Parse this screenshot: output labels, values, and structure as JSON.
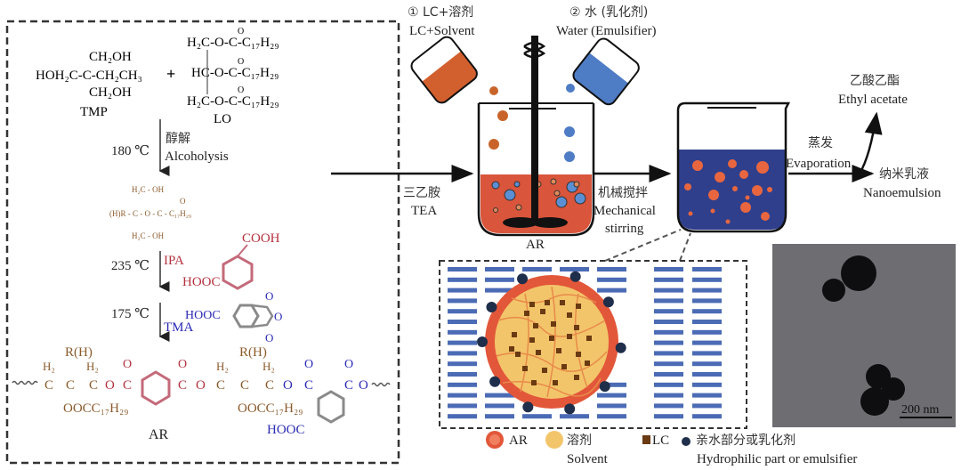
{
  "left_panel": {
    "tmp": {
      "top": "CH₂OH",
      "middle": "HOH₂C-C-CH₂CH₃",
      "bottom": "CH₂OH",
      "name": "TMP"
    },
    "plus": "+",
    "lo": {
      "rows": [
        "H₂C-O-C-C₁₇H₂₉",
        "HC-O-C-C₁₇H₂₉",
        "H₂C-O-C-C₁₇H₂₉"
      ],
      "carbonyl": "O",
      "name": "LO"
    },
    "steps": [
      {
        "temp": "180 ℃",
        "label_cn": "醇解",
        "label_en": "Alcoholysis"
      },
      {
        "temp": "235 ℃",
        "label": "IPA"
      },
      {
        "temp": "175 ℃",
        "label": "TMA"
      }
    ],
    "monoglyceride": {
      "top": "H₂C - OH",
      "middle": "(H)R - C - O - C - C₁₇H₂₉",
      "carbonyl": "O",
      "bottom": "H₂C - OH"
    },
    "ipa": {
      "top": "COOH",
      "left": "HOOC"
    },
    "tma": {
      "left": "HOOC",
      "o1": "O",
      "o2": "O",
      "o3": "O"
    },
    "ar_chain": {
      "rh1": "R(H)",
      "rh2": "R(H)",
      "h2": "H₂",
      "ester1": "OOCC₁₇H₂₉",
      "ester2": "OOCC₁₇H₂₉",
      "hooc": "HOOC",
      "o": "O",
      "c": "C",
      "name": "AR"
    }
  },
  "process": {
    "step1_cn": "① LC+溶剂",
    "step1_en": "LC+Solvent",
    "step2_cn": "② 水 (乳化剂)",
    "step2_en": "Water (Emulsifier)",
    "tea_cn": "三乙胺",
    "tea_en": "TEA",
    "beaker1_label": "AR",
    "stir_cn": "机械搅拌",
    "stir_en1": "Mechanical",
    "stir_en2": "stirring",
    "evap_cn": "蒸发",
    "evap_en": "Evaporation",
    "ethyl_cn": "乙酸乙酯",
    "ethyl_en": "Ethyl acetate",
    "nano_cn": "纳米乳液",
    "nano_en": "Nanoemulsion"
  },
  "legend": {
    "ar": "AR",
    "solvent_cn": "溶剂",
    "solvent_en": "Solvent",
    "lc": "LC",
    "hydro_cn": "亲水部分或乳化剂",
    "hydro_en": "Hydrophilic part or emulsifier"
  },
  "tem_image": {
    "scale_bar": "200 nm"
  },
  "colors": {
    "orange_liquid": "#d2602e",
    "blue_liquid": "#3c5aa0",
    "dark_blue": "#2f3f8c",
    "particle": "#e8663f",
    "solvent": "#f3c56a",
    "lc_square": "#6a3a12",
    "emulsifier": "#1f2e4a",
    "tem_bg": "#6e6d72"
  }
}
